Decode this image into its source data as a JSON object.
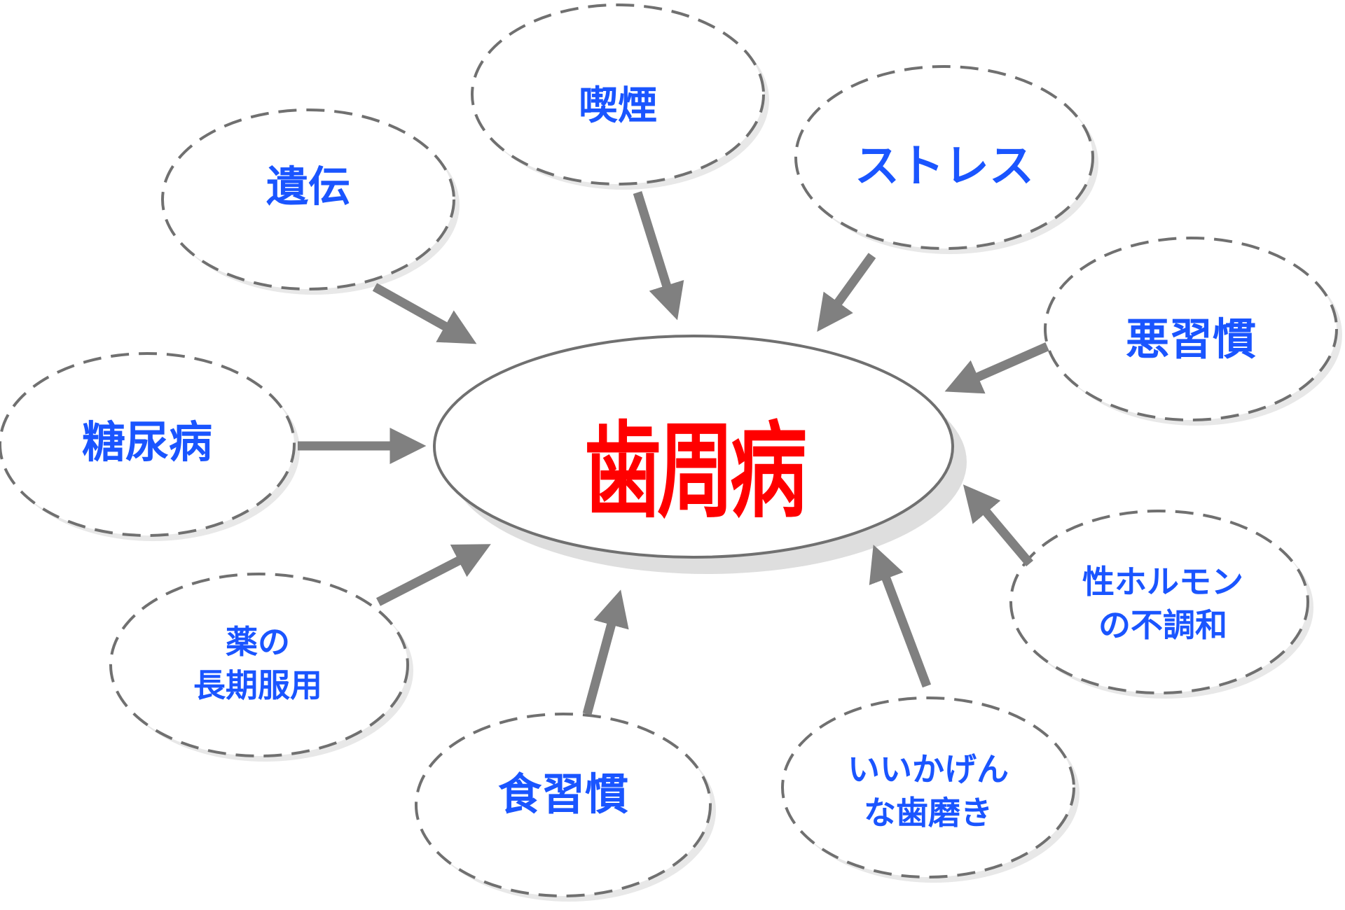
{
  "diagram": {
    "center": {
      "label": "歯周病",
      "color": "#ff0000"
    },
    "factors": [
      {
        "id": "genetics",
        "label": "遺伝"
      },
      {
        "id": "smoking",
        "label": "喫煙"
      },
      {
        "id": "stress",
        "label": "ストレス"
      },
      {
        "id": "bad-habits",
        "label": "悪習慣"
      },
      {
        "id": "diabetes",
        "label": "糖尿病"
      },
      {
        "id": "hormones",
        "line1": "性ホルモン",
        "line2": "の不調和"
      },
      {
        "id": "medication",
        "line1": "薬の",
        "line2": "長期服用"
      },
      {
        "id": "diet",
        "label": "食習慣"
      },
      {
        "id": "brushing",
        "line1": "いいかげん",
        "line2": "な歯磨き"
      }
    ],
    "colors": {
      "factor_text": "#1a55ff",
      "arrow": "#808080",
      "outline": "#707070",
      "shadow": "#dedede"
    }
  }
}
